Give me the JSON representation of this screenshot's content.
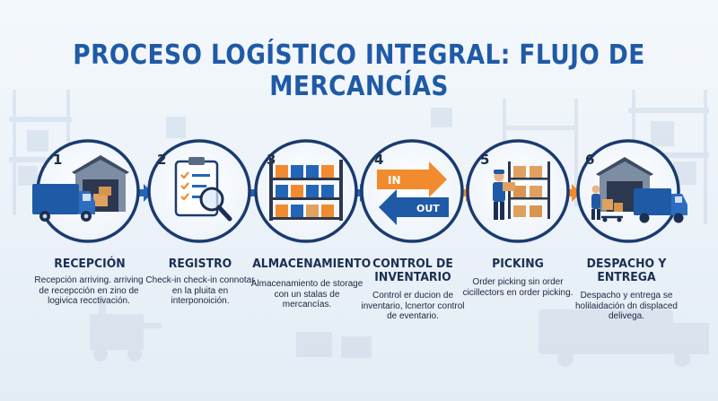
{
  "title": "PROCESO LOGÍSTICO INTEGRAL: FLUJO DE MERCANCÍAS",
  "colors": {
    "primary": "#1f5aa6",
    "navy": "#1b2f52",
    "orange": "#f28a2e",
    "box": "#e0a060"
  },
  "steps": [
    {
      "number": "1",
      "label": "RECEPCIÓN",
      "description": "Recepción arriving. arriving de recepcción en zino de logivica recctivación.",
      "icon": "truck-warehouse-icon"
    },
    {
      "number": "2",
      "label": "REGISTRO",
      "description": "Check-in check-in connotar en la pluita en interponoición.",
      "icon": "clipboard-magnifier-icon"
    },
    {
      "number": "3",
      "label": "ALMACENAMIENTO",
      "description": "Almacenamiento de storage con un stalas de mercancías.",
      "icon": "storage-rack-icon"
    },
    {
      "number": "4",
      "label": "CONTROL DE INVENTARIO",
      "description": "Control er ducion de inventario, lcnertor control de eventario.",
      "icon": "in-out-arrows-icon",
      "in_label": "IN",
      "out_label": "OUT"
    },
    {
      "number": "5",
      "label": "PICKING",
      "description": "Order picking sin order cicillectors en order picking.",
      "icon": "worker-picking-icon"
    },
    {
      "number": "6",
      "label": "DESPACHO Y ENTREGA",
      "description": "Despacho y entrega se holilaidación dn displaced delivega.",
      "icon": "dispatch-truck-icon"
    }
  ]
}
